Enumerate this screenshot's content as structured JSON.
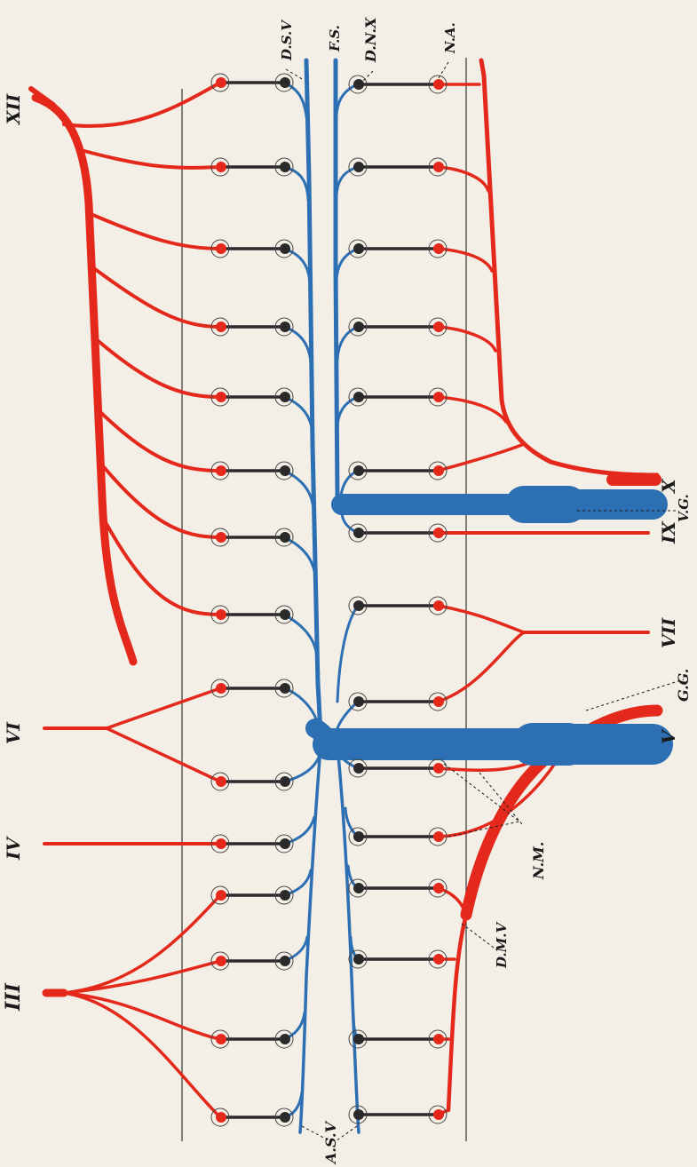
{
  "figure": {
    "colors": {
      "sensory": "#2d6fb3",
      "motor": "#e4291c",
      "connector": "#2a2a2a",
      "rule": "#333333",
      "background": "#f3efe6"
    },
    "labels": {
      "III": "III",
      "IV": "IV",
      "VI": "VI",
      "XII": "XII",
      "V": "V",
      "VII": "VII",
      "IX": "IX",
      "X": "X",
      "GG": "G.G.",
      "VG": "V.G.",
      "NM": "N.M.",
      "DMV": "D.M.V",
      "DSV": "D.S.V",
      "FS": "F.S.",
      "DNX": "D.N.X",
      "NA": "N.A.",
      "ASV": "A.S.V"
    },
    "orientation": "rotated-90-ccw"
  }
}
